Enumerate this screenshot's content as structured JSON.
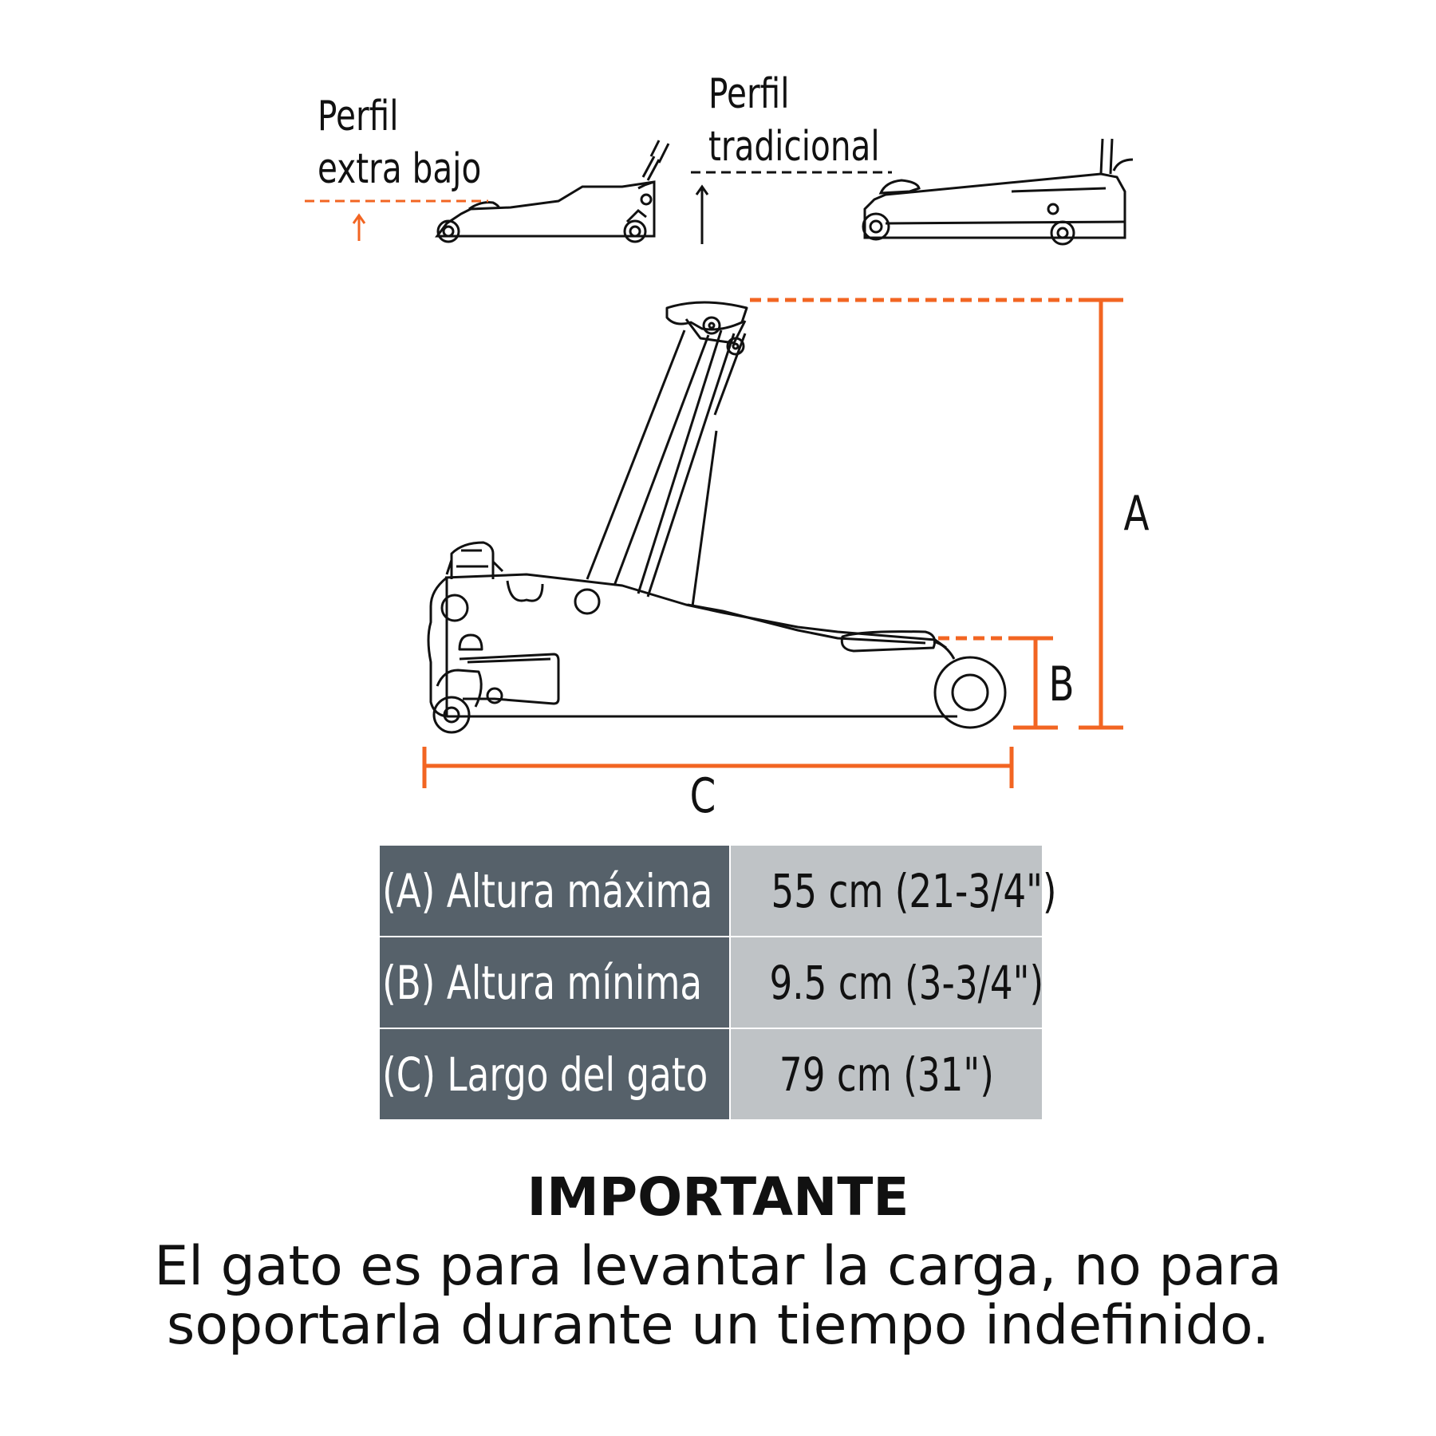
{
  "profiles": {
    "low": {
      "label_line1": "Perfil",
      "label_line2": "extra bajo"
    },
    "traditional": {
      "label_line1": "Perfil",
      "label_line2": "tradicional"
    }
  },
  "dimensions": {
    "a": "A",
    "b": "B",
    "c": "C"
  },
  "specs": [
    {
      "key": "(A) Altura máxima",
      "value": "55 cm (21-3/4\")"
    },
    {
      "key": "(B) Altura mínima",
      "value": "9.5 cm (3-3/4\")"
    },
    {
      "key": "(C) Largo del gato",
      "value": "79 cm (31\")"
    }
  ],
  "note": {
    "title": "IMPORTANTE",
    "line1": "El gato es para levantar la carga, no para",
    "line2": "soportarla durante un tiempo indefinido."
  },
  "colors": {
    "accent": "#f26522",
    "table_key_bg": "#56616a",
    "table_value_bg": "#bfc3c6",
    "line": "#111111"
  }
}
